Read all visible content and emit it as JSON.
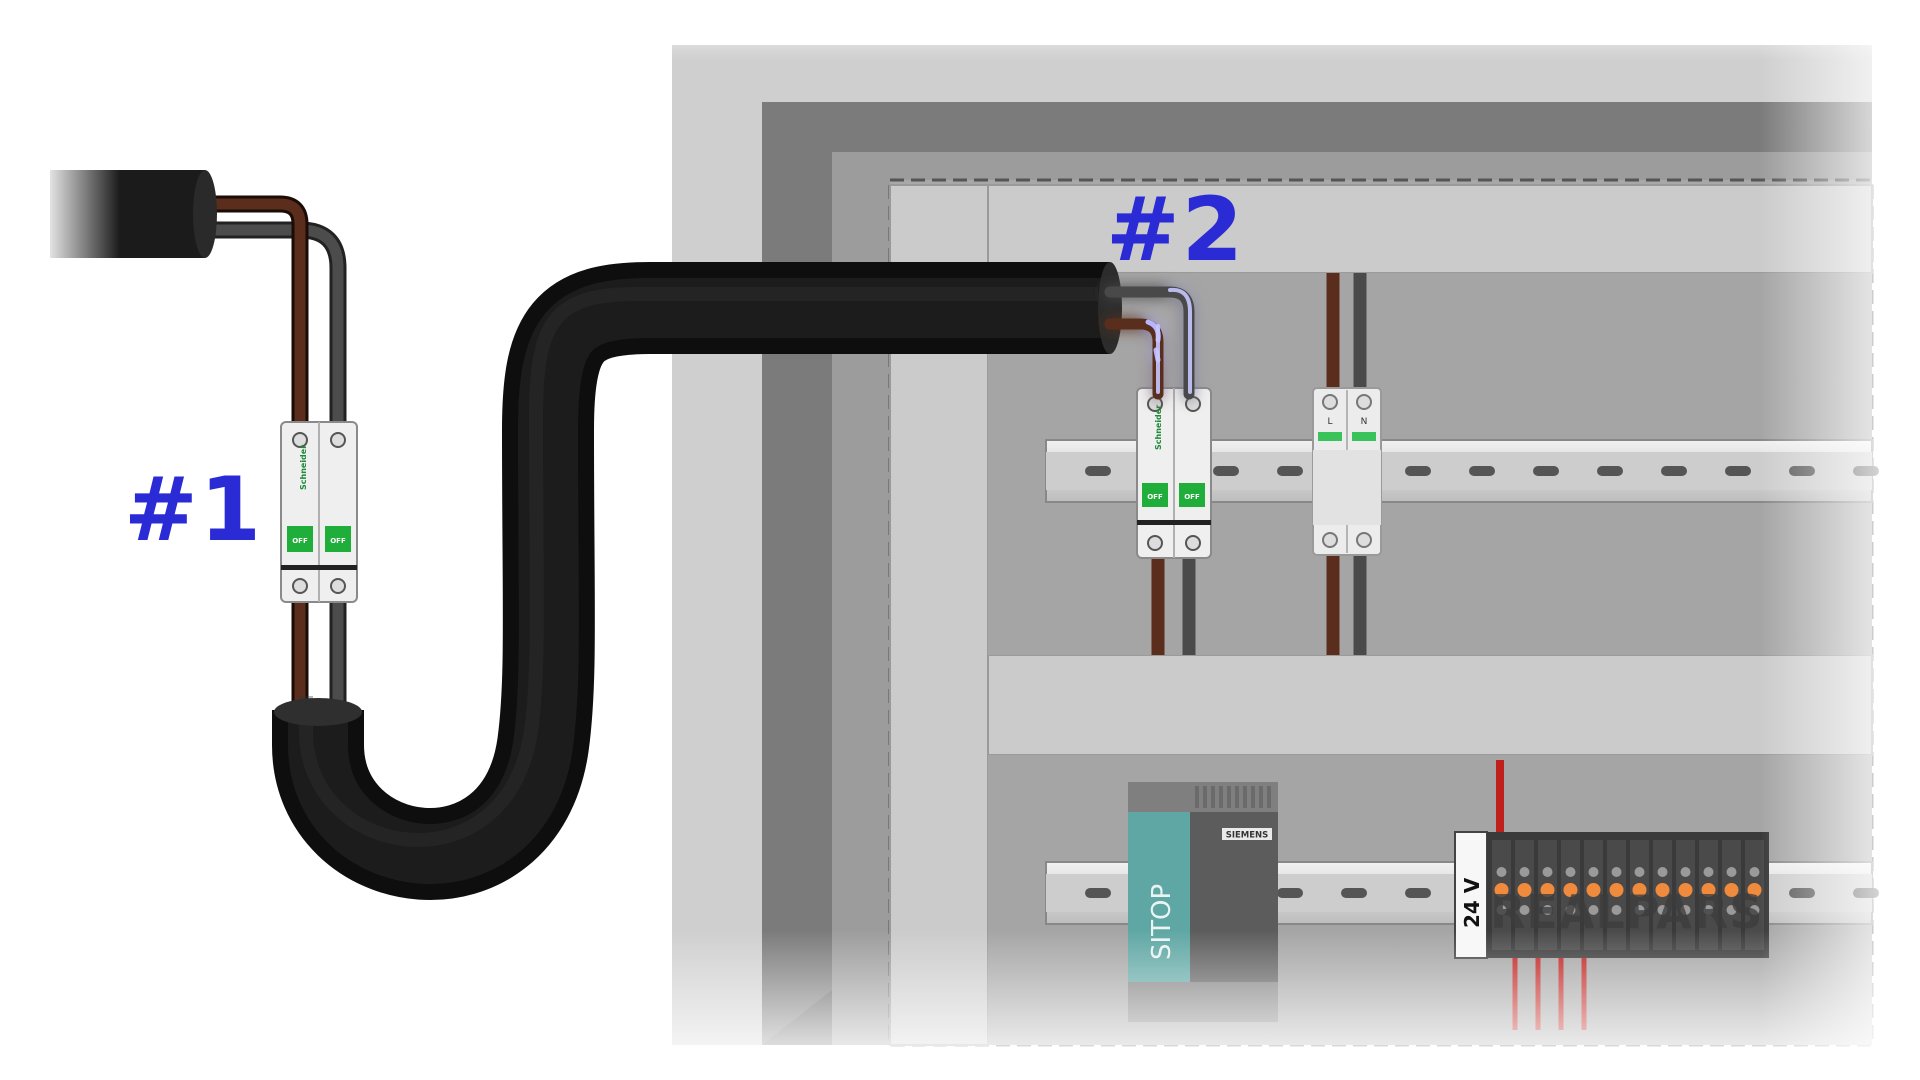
{
  "labels": {
    "one": "#1",
    "two": "#2"
  },
  "breaker_brand": "Schneider",
  "breaker_state": "OFF",
  "terminal_marks": {
    "left": "L",
    "right": "N"
  },
  "psu": {
    "brand": "SIEMENS",
    "model": "SITOP"
  },
  "terminal_block_label": "24 V",
  "watermark": "REALPARS",
  "colors": {
    "label": "#2b2bd6",
    "cable": "#1d1d1d",
    "wire_brown": "#5a2d1c",
    "wire_grey": "#4a4a4a",
    "spark": "#9f9fff",
    "cabinet": "#c9c9c9",
    "breaker_switch": "#1fae3a",
    "psu_teal": "#5fa7a4",
    "terminal_orange": "#f08a3c",
    "wire_red": "#c0201c"
  }
}
